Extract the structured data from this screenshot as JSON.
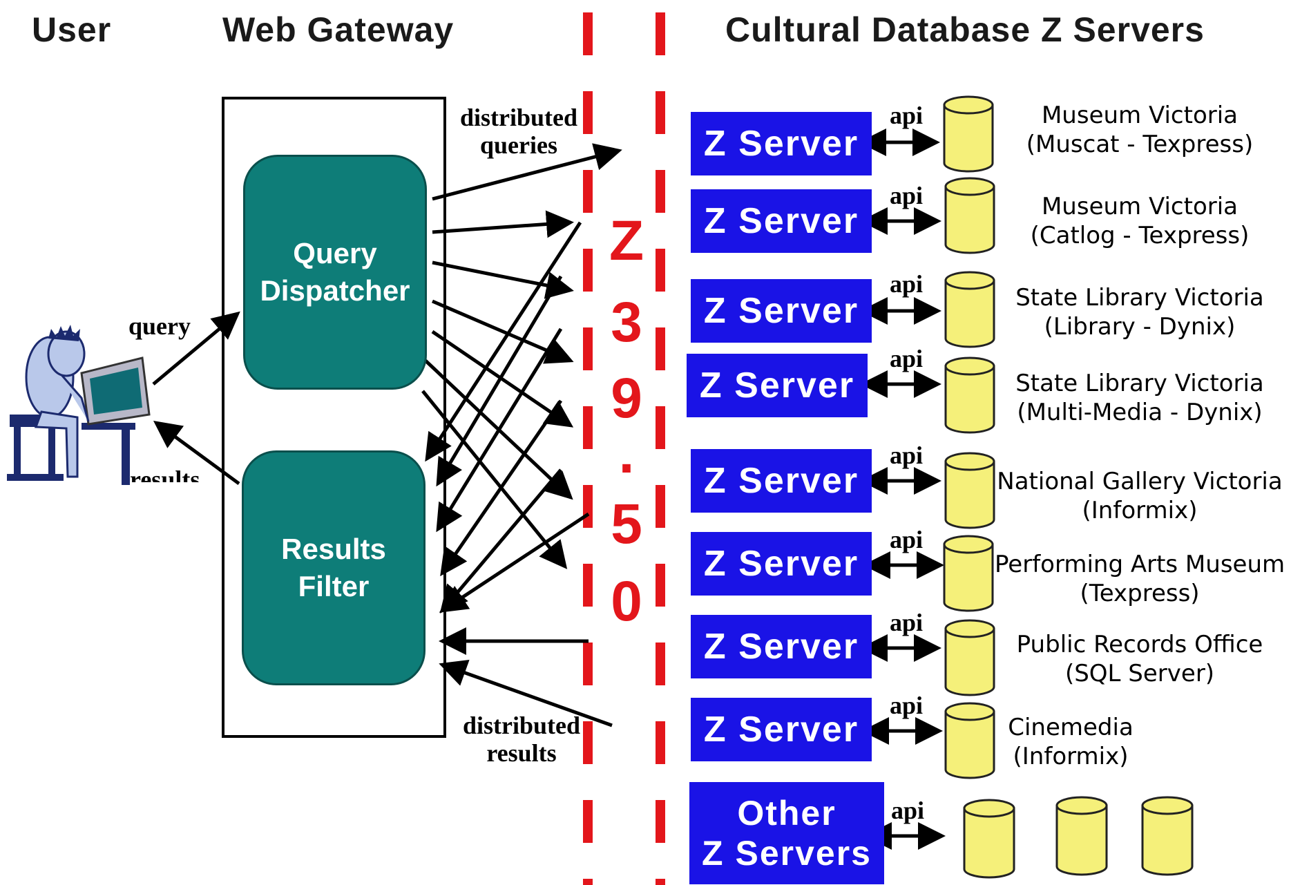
{
  "headers": {
    "user": "User",
    "gateway": "Web Gateway",
    "servers": "Cultural Database Z Servers"
  },
  "gateway": {
    "query_dispatcher": [
      "Query",
      "Dispatcher"
    ],
    "results_filter": [
      "Results",
      "Filter"
    ]
  },
  "labels": {
    "query": "query",
    "results": "results",
    "distributed_queries": [
      "distributed",
      "queries"
    ],
    "distributed_results": [
      "distributed",
      "results"
    ]
  },
  "protocol": [
    "Z",
    "3",
    "9",
    ".",
    "5",
    "0"
  ],
  "servers": [
    {
      "label": "Z Server",
      "api": "api",
      "name": [
        "Museum Victoria",
        "(Muscat - Texpress)"
      ]
    },
    {
      "label": "Z Server",
      "api": "api",
      "name": [
        "Museum Victoria",
        "(Catlog - Texpress)"
      ]
    },
    {
      "label": "Z Server",
      "api": "api",
      "name": [
        "State Library Victoria",
        "(Library - Dynix)"
      ]
    },
    {
      "label": "Z Server",
      "api": "api",
      "name": [
        "State Library Victoria",
        "(Multi-Media - Dynix)"
      ]
    },
    {
      "label": "Z Server",
      "api": "api",
      "name": [
        "National Gallery Victoria",
        "(Informix)"
      ]
    },
    {
      "label": "Z Server",
      "api": "api",
      "name": [
        "Performing Arts Museum",
        "(Texpress)"
      ]
    },
    {
      "label": "Z Server",
      "api": "api",
      "name": [
        "Public Records Office",
        "(SQL Server)"
      ]
    },
    {
      "label": "Z Server",
      "api": "api",
      "name": [
        "Cinemedia",
        "(Informix)"
      ]
    }
  ],
  "other_servers": {
    "label": [
      "Other",
      "Z Servers"
    ],
    "api": "api"
  },
  "colors": {
    "z_server": "#1a13e6",
    "module": "#0e7d78",
    "database": "#f5f07a",
    "dash_line": "#e3161b"
  }
}
